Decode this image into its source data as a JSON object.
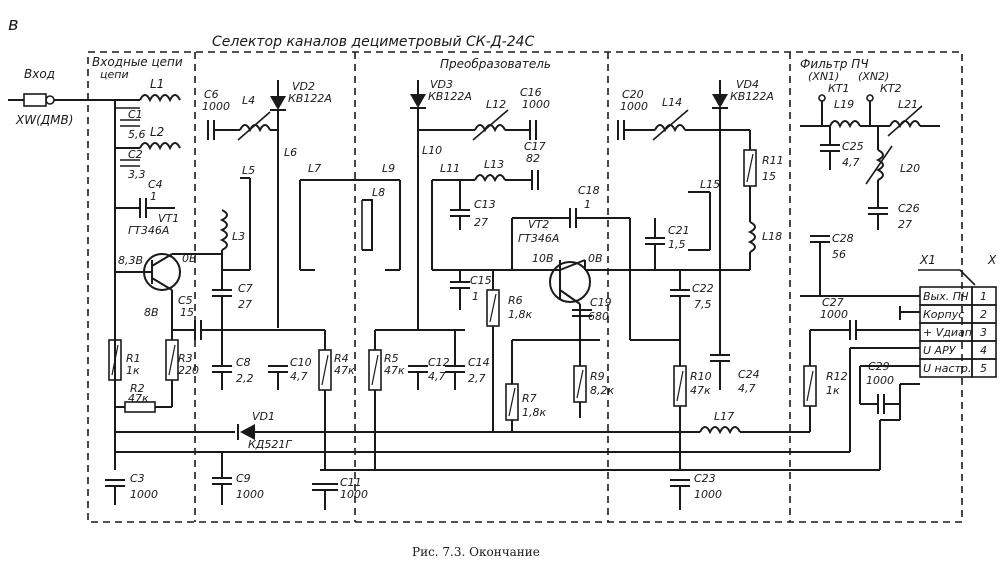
{
  "figure_letter": "в",
  "title": "Селектор каналов дециметровый СК-Д-24С",
  "caption": "Рис. 7.3. Окончание",
  "sections": {
    "input": "Входные цепи",
    "converter": "Преобразователь",
    "if_filter": "Фильтр ПЧ"
  },
  "input_label": "Вход",
  "input_connector": "XW(ДМВ)",
  "labels": {
    "L1": "L1",
    "L2": "L2",
    "L3": "L3",
    "L4": "L4",
    "L5": "L5",
    "L6": "L6",
    "L7": "L7",
    "L8": "L8",
    "L9": "L9",
    "L10": "L10",
    "L11": "L11",
    "L12": "L12",
    "L13": "L13",
    "L14": "L14",
    "L15": "L15",
    "L17": "L17",
    "L18": "L18",
    "L19": "L19",
    "L20": "L20",
    "L21": "L21",
    "C1": "C1",
    "C1v": "5,6",
    "C2": "C2",
    "C2v": "3,3",
    "C3": "C3",
    "C3v": "1000",
    "C4": "C4",
    "C4v": "1",
    "C5": "C5",
    "C5v": "15",
    "C6": "C6",
    "C6v": "1000",
    "C7": "C7",
    "C7v": "27",
    "C8": "C8",
    "C8v": "2,2",
    "C9": "C9",
    "C9v": "1000",
    "C10": "C10",
    "C10v": "4,7",
    "C11": "C11",
    "C11v": "1000",
    "C12": "C12",
    "C12v": "4,7",
    "C13": "C13",
    "C13v": "27",
    "C14": "C14",
    "C14v": "2,7",
    "C15": "C15",
    "C15v": "1",
    "C16": "C16",
    "C16v": "1000",
    "C17": "C17",
    "C17v": "82",
    "C18": "C18",
    "C18v": "1",
    "C19": "C19",
    "C19v": "680",
    "C20": "C20",
    "C20v": "1000",
    "C21": "C21",
    "C21v": "1,5",
    "C22": "C22",
    "C22v": "7,5",
    "C23": "C23",
    "C23v": "1000",
    "C24": "C24",
    "C24v": "4,7",
    "C25": "C25",
    "C25v": "4,7",
    "C26": "C26",
    "C26v": "27",
    "C27": "C27",
    "C27v": "1000",
    "C28": "C28",
    "C28v": "56",
    "C29": "C29",
    "C29v": "1000",
    "R1": "R1",
    "R1v": "1к",
    "R2": "R2",
    "R2v": "47к",
    "R3": "R3",
    "R3v": "220",
    "R4": "R4",
    "R4v": "47к",
    "R5": "R5",
    "R5v": "47к",
    "R6": "R6",
    "R6v": "1,8к",
    "R7": "R7",
    "R7v": "1,8к",
    "R9": "R9",
    "R9v": "8,2к",
    "R10": "R10",
    "R10v": "47к",
    "R11": "R11",
    "R11v": "15",
    "R12": "R12",
    "R12v": "1к",
    "VD1": "VD1",
    "VD1v": "КД521Г",
    "VD2": "VD2",
    "VD2v": "КВ122А",
    "VD3": "VD3",
    "VD3v": "КВ122А",
    "VD4": "VD4",
    "VD4v": "КВ122А",
    "VT1": "VT1",
    "VT1v": "ГТ346А",
    "VT2": "VT2",
    "VT2v": "ГТ346А",
    "VT1_b": "8,3В",
    "VT1_c": "0В",
    "VT1_e": "8В",
    "VT2_b": "10В",
    "VT2_c": "0В",
    "XN1": "(XN1)",
    "XN2": "(XN2)",
    "KT1": "КТ1",
    "KT2": "КТ2",
    "X1": "X1",
    "X2": "X"
  },
  "connector_pins": [
    {
      "name": "Вых. ПЧ",
      "num": "1"
    },
    {
      "name": "Корпус",
      "num": "2"
    },
    {
      "name": "+ Vдиап",
      "num": "3"
    },
    {
      "name": "U АРУ",
      "num": "4"
    },
    {
      "name": "U настр.",
      "num": "5"
    }
  ]
}
